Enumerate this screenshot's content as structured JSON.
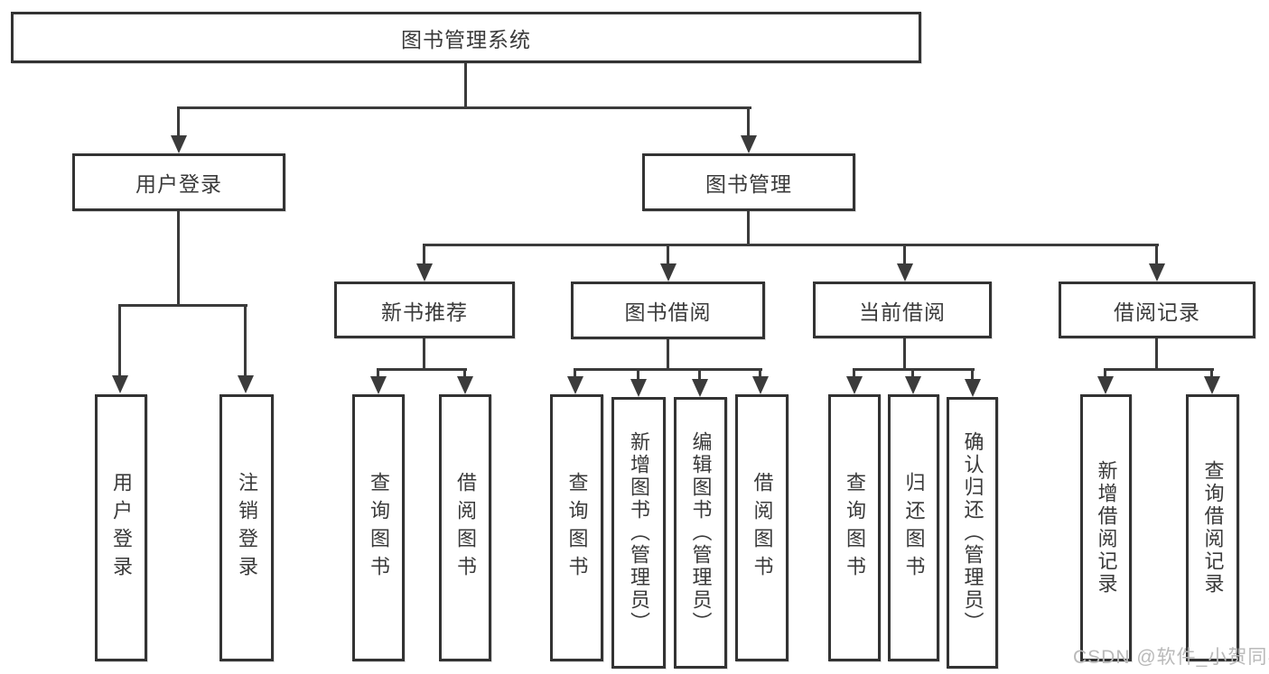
{
  "tree": {
    "root": {
      "label": "图书管理系统"
    },
    "branches": [
      {
        "label": "用户登录",
        "children": [
          {
            "label": "用户登录"
          },
          {
            "label": "注销登录"
          }
        ]
      },
      {
        "label": "图书管理",
        "children": [
          {
            "label": "新书推荐",
            "children": [
              {
                "label": "查询图书"
              },
              {
                "label": "借阅图书"
              }
            ]
          },
          {
            "label": "图书借阅",
            "children": [
              {
                "label": "查询图书"
              },
              {
                "label": "新增图书（管理员）"
              },
              {
                "label": "编辑图书（管理员）"
              },
              {
                "label": "借阅图书"
              }
            ]
          },
          {
            "label": "当前借阅",
            "children": [
              {
                "label": "查询图书"
              },
              {
                "label": "归还图书"
              },
              {
                "label": "确认归还（管理员）"
              }
            ]
          },
          {
            "label": "借阅记录",
            "children": [
              {
                "label": "新增借阅记录"
              },
              {
                "label": "查询借阅记录"
              }
            ]
          }
        ]
      }
    ]
  },
  "watermark": {
    "text": "CSDN @软件_小贺同学"
  },
  "colors": {
    "background": "#ffffff",
    "box_border": "#333333",
    "line": "#3b3b3b",
    "text": "#3a3a3a",
    "watermark": "#b9b9b9"
  }
}
